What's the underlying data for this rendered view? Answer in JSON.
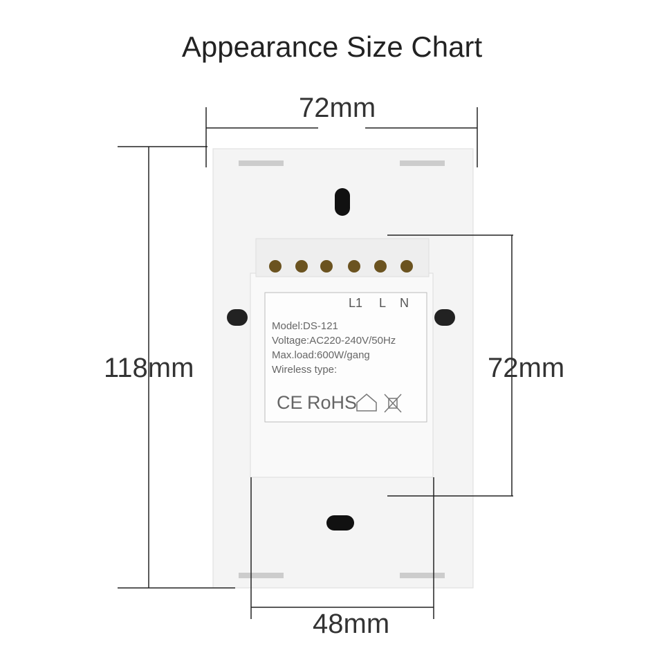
{
  "title": "Appearance Size Chart",
  "dimensions": {
    "width": "72mm",
    "height": "118mm",
    "module_height": "72mm",
    "module_width": "48mm"
  },
  "label": {
    "terminals": [
      "L1",
      "L",
      "N"
    ],
    "lines": [
      "Model:DS-121",
      "Voltage:AC220-240V/50Hz",
      "Max.load:600W/gang",
      "Wireless type:"
    ],
    "certifications": [
      "CE",
      "RoHS"
    ],
    "icons": [
      "house-icon",
      "crossed-bin-icon"
    ]
  }
}
